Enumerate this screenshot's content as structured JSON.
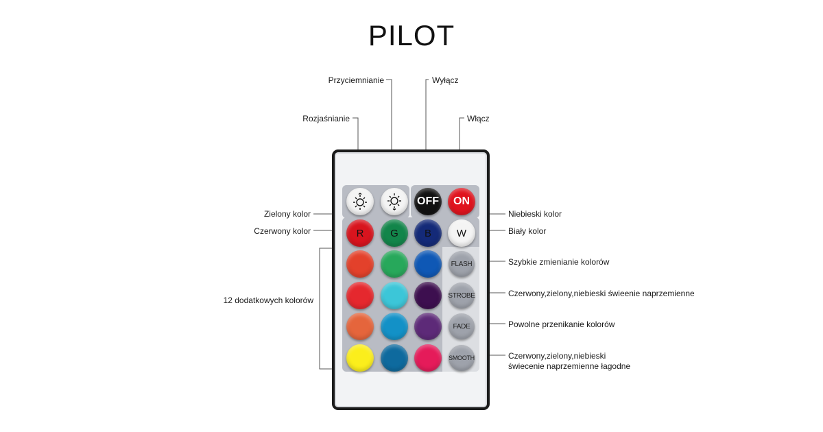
{
  "title": "PILOT",
  "callouts": {
    "rozjasnianie": "Rozjaśnianie",
    "przyciemnianie": "Przyciemnianie",
    "wylacz": "Wyłącz",
    "wlacz": "Włącz",
    "zielony": "Zielony kolor",
    "czerwony": "Czerwony kolor",
    "niebieski": "Niebieski kolor",
    "bialy": "Biały kolor",
    "dodatkowe": "12 dodatkowych kolorów",
    "flash": "Szybkie zmienianie kolorów",
    "strobe": "Czerwony,zielony,niebieski świeenie naprzemienne",
    "fade": "Powolne przenikanie kolorów",
    "smooth_line1": "Czerwony,zielony,niebieski",
    "smooth_line2": "świecenie naprzemienne łagodne"
  },
  "buttons": {
    "off": "OFF",
    "on": "ON",
    "r": "R",
    "g": "G",
    "b": "B",
    "w": "W",
    "flash": "FLASH",
    "strobe": "STROBE",
    "fade": "FADE",
    "smooth": "SMOOTH"
  },
  "icons": {
    "brighten": "sun-up-icon",
    "dim": "sun-down-icon"
  },
  "colors": {
    "off_button": "#111111",
    "on_button": "#e0141e",
    "r_button": "#d8141e",
    "g_button": "#12854a",
    "b_button": "#142a78",
    "w_button": "#f4f4f4",
    "grid": [
      [
        "#e3412b",
        "#27a85b",
        "#0f58b5"
      ],
      [
        "#e5282e",
        "#3cc6d8",
        "#3d0f4f"
      ],
      [
        "#e5653c",
        "#1391c7",
        "#5d2a78"
      ],
      [
        "#fbee1c",
        "#0e6a9e",
        "#e51b5a"
      ]
    ]
  }
}
